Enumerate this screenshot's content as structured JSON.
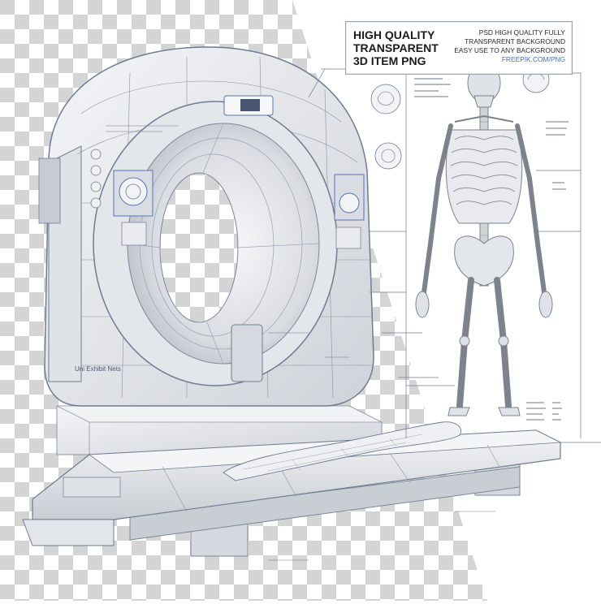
{
  "badge": {
    "headline": [
      "HIGH QUALITY",
      "TRANSPARENT",
      "3D ITEM PNG"
    ],
    "details": [
      "PSD HIGH QUALITY FULLY",
      "TRANSPARENT BACKGROUND",
      "EASY USE TO ANY BACKGROUND",
      "FREEPIK.COM/PNG"
    ]
  },
  "annotations": {
    "scanner_base": "Uni Exhibit Nets"
  },
  "colors": {
    "checker_light": "#ffffff",
    "checker_dark": "#d6d6d6",
    "shell": "#e9eaec",
    "linework": "#6f7c93",
    "accent_blue": "#5674b5",
    "skeleton": "#8e949c"
  }
}
